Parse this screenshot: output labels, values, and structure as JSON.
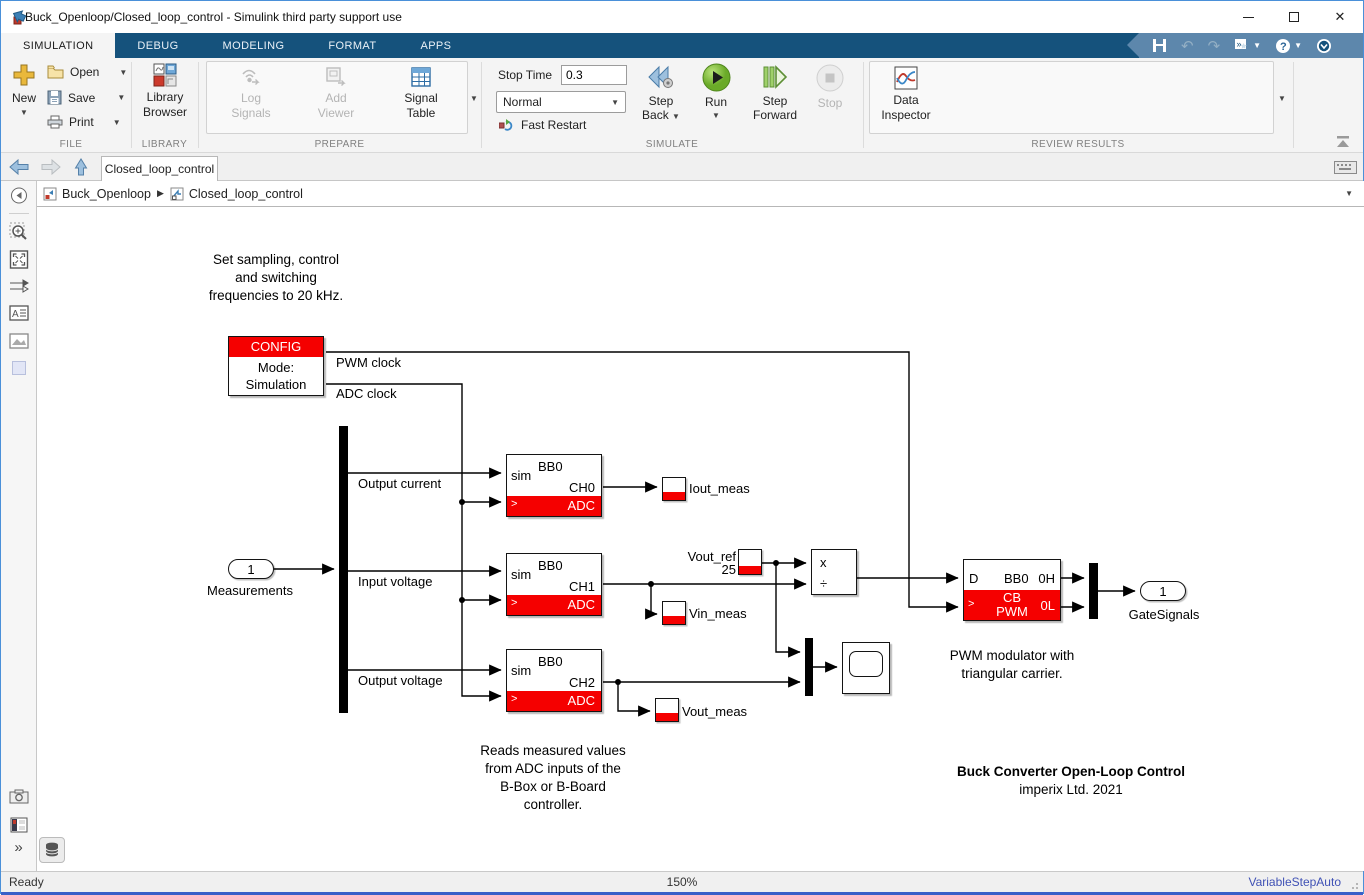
{
  "window": {
    "title": "Buck_Openloop/Closed_loop_control - Simulink third party support use"
  },
  "ribbon": {
    "tabs": [
      {
        "label": "SIMULATION"
      },
      {
        "label": "DEBUG"
      },
      {
        "label": "MODELING"
      },
      {
        "label": "FORMAT"
      },
      {
        "label": "APPS"
      }
    ],
    "groups": {
      "file": {
        "label": "FILE",
        "new": "New",
        "open": "Open",
        "save": "Save",
        "print": "Print"
      },
      "library": {
        "label": "LIBRARY",
        "browser_line1": "Library",
        "browser_line2": "Browser"
      },
      "prepare": {
        "label": "PREPARE",
        "log1": "Log",
        "log2": "Signals",
        "add1": "Add",
        "add2": "Viewer",
        "table1": "Signal",
        "table2": "Table"
      },
      "simulate": {
        "label": "SIMULATE",
        "stop_time_label": "Stop Time",
        "stop_time_value": "0.3",
        "mode": "Normal",
        "fast_restart": "Fast Restart",
        "step1": "Step",
        "back": "Back",
        "run": "Run",
        "stepf1": "Step",
        "forward": "Forward",
        "stop": "Stop"
      },
      "review": {
        "label": "REVIEW RESULTS",
        "di1": "Data",
        "di2": "Inspector"
      }
    }
  },
  "navbar": {
    "doc_tab": "Closed_loop_control"
  },
  "breadcrumb": {
    "root": "Buck_Openloop",
    "current": "Closed_loop_control"
  },
  "canvas": {
    "annotations": {
      "sampling": [
        "Set sampling, control",
        "and switching",
        "frequencies to 20 kHz."
      ],
      "reads": [
        "Reads measured values",
        "from ADC inputs of the",
        "B-Box or B-Board",
        "controller."
      ],
      "pwm_note": [
        "PWM modulator with",
        "triangular carrier."
      ],
      "title": "Buck Converter Open-Loop Control",
      "subtitle": "imperix Ltd. 2021"
    },
    "config": {
      "header": "CONFIG",
      "mode_line1": "Mode:",
      "mode_line2": "Simulation"
    },
    "clock_labels": {
      "pwm": "PWM clock",
      "adc": "ADC clock"
    },
    "bus_labels": {
      "current": "Output current",
      "input_v": "Input voltage",
      "output_v": "Output voltage"
    },
    "adc_blocks": [
      {
        "sim": "sim",
        "dev": "BB0",
        "ch": "CH0",
        "port": ">",
        "band": "ADC"
      },
      {
        "sim": "sim",
        "dev": "BB0",
        "ch": "CH1",
        "port": ">",
        "band": "ADC"
      },
      {
        "sim": "sim",
        "dev": "BB0",
        "ch": "CH2",
        "port": ">",
        "band": "ADC"
      }
    ],
    "probes": {
      "iout": "Iout_meas",
      "vin": "Vin_meas",
      "vout": "Vout_meas",
      "vref_label": "Vout_ref",
      "vref_value": "25"
    },
    "divide": {
      "top": "x",
      "bottom": "÷"
    },
    "pwm": {
      "d": "D",
      "dev": "BB0",
      "oh": "0H",
      "port": ">",
      "cb": "CB",
      "name": "PWM",
      "ol": "0L"
    },
    "inport": {
      "num": "1",
      "label": "Measurements"
    },
    "outport": {
      "num": "1",
      "label": "GateSignals"
    }
  },
  "statusbar": {
    "ready": "Ready",
    "zoom": "150%",
    "solver": "VariableStepAuto"
  }
}
